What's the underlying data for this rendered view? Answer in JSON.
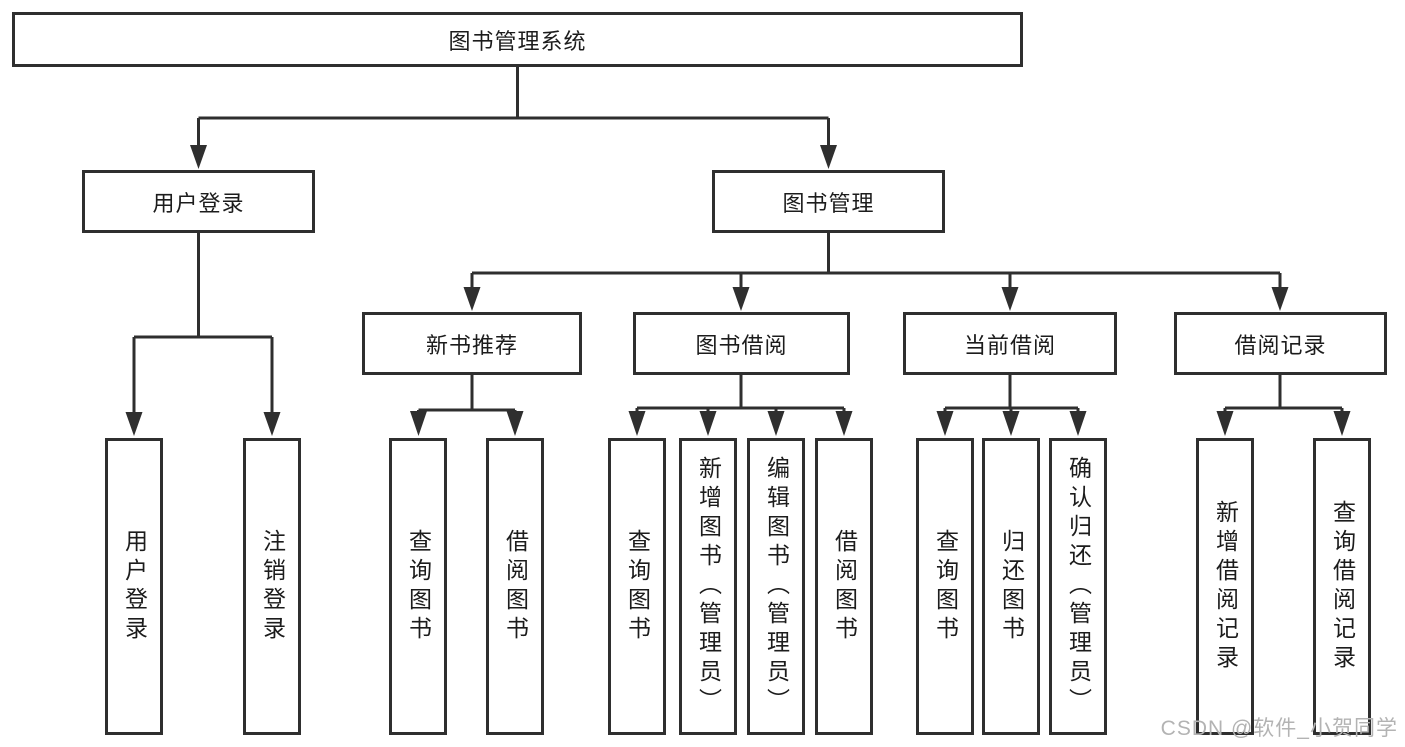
{
  "root": {
    "label": "图书管理系统"
  },
  "level2": [
    {
      "label": "用户登录"
    },
    {
      "label": "图书管理"
    }
  ],
  "level3": [
    {
      "label": "新书推荐"
    },
    {
      "label": "图书借阅"
    },
    {
      "label": "当前借阅"
    },
    {
      "label": "借阅记录"
    }
  ],
  "leaves": [
    {
      "label": "用户登录"
    },
    {
      "label": "注销登录"
    },
    {
      "label": "查询图书"
    },
    {
      "label": "借阅图书"
    },
    {
      "label": "查询图书"
    },
    {
      "label": "新增图书（管理员）"
    },
    {
      "label": "编辑图书（管理员）"
    },
    {
      "label": "借阅图书"
    },
    {
      "label": "查询图书"
    },
    {
      "label": "归还图书"
    },
    {
      "label": "确认归还（管理员）"
    },
    {
      "label": "新增借阅记录"
    },
    {
      "label": "查询借阅记录"
    }
  ],
  "structure": {
    "图书管理系统": [
      "用户登录",
      "图书管理"
    ],
    "用户登录": [
      "用户登录",
      "注销登录"
    ],
    "图书管理": [
      "新书推荐",
      "图书借阅",
      "当前借阅",
      "借阅记录"
    ],
    "新书推荐": [
      "查询图书",
      "借阅图书"
    ],
    "图书借阅": [
      "查询图书",
      "新增图书（管理员）",
      "编辑图书（管理员）",
      "借阅图书"
    ],
    "当前借阅": [
      "查询图书",
      "归还图书",
      "确认归还（管理员）"
    ],
    "借阅记录": [
      "新增借阅记录",
      "查询借阅记录"
    ]
  },
  "watermark": {
    "text": "CSDN @软件_小贺同学"
  },
  "colors": {
    "line": "#2f2f2f",
    "text": "#1c1c1c",
    "background": "#ffffff",
    "watermark": "#b3b3b3"
  }
}
